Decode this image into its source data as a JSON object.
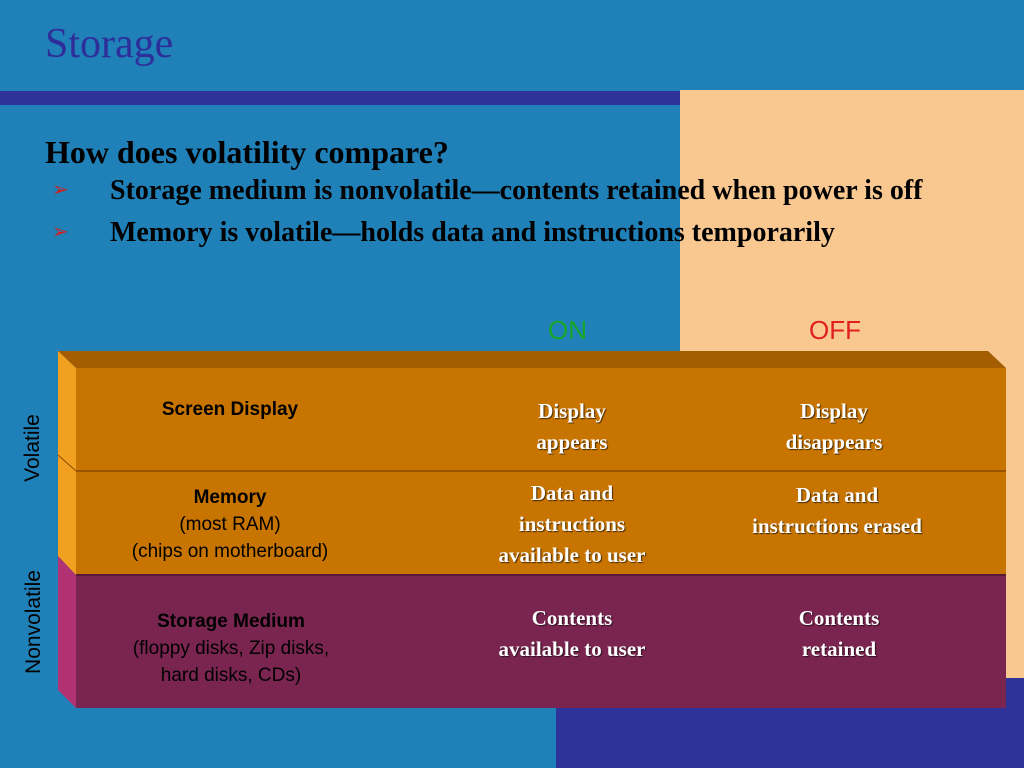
{
  "slide": {
    "title": "Storage",
    "question": "How does volatility compare?",
    "bullets": [
      "Storage medium is nonvolatile—contents retained when power is off",
      "Memory is volatile—holds data and instructions temporarily"
    ]
  },
  "table": {
    "columns": {
      "on": "ON",
      "off": "OFF"
    },
    "side_labels": {
      "volatile": "Volatile",
      "nonvolatile": "Nonvolatile"
    },
    "rows": {
      "screen": {
        "label": "Screen Display",
        "on_line1": "Display",
        "on_line2": "appears",
        "off_line1": "Display",
        "off_line2": "disappears"
      },
      "memory": {
        "label": "Memory",
        "detail1": "(most RAM)",
        "detail2": "(chips on motherboard)",
        "on_line1": "Data and",
        "on_line2": "instructions",
        "on_line3": "available to user",
        "off_line1": "Data and",
        "off_line2": "instructions erased"
      },
      "storage": {
        "label": "Storage Medium",
        "detail1": "(floppy disks, Zip disks,",
        "detail2": "hard disks, CDs)",
        "on_line1": "Contents",
        "on_line2": "available to user",
        "off_line1": "Contents",
        "off_line2": "retained"
      }
    }
  },
  "colors": {
    "background": "#2080b8",
    "peach": "#f8c890",
    "navy": "#2e3399",
    "volatile_block": "#c77400",
    "nonvolatile_block": "#7a2550",
    "on_green": "#16a826",
    "off_red": "#e02020"
  },
  "icons": {
    "bullet": "red-arrowhead-icon"
  }
}
